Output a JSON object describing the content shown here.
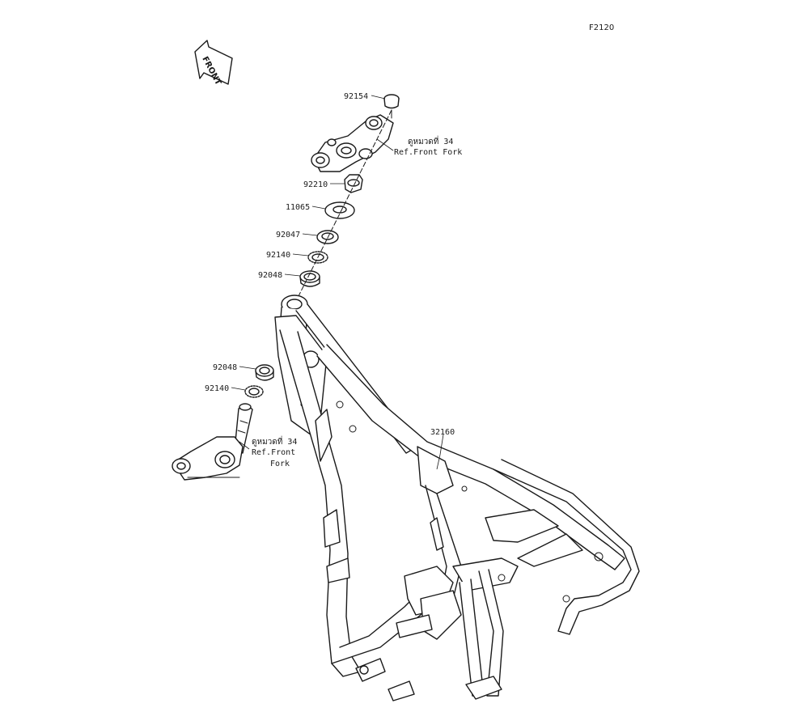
{
  "diagram_code": "F2120",
  "front_label": "FRONT",
  "parts": [
    {
      "id": "p1",
      "number": "92154"
    },
    {
      "id": "p2",
      "number": "92210"
    },
    {
      "id": "p3",
      "number": "11065"
    },
    {
      "id": "p4",
      "number": "92047"
    },
    {
      "id": "p5",
      "number": "92140"
    },
    {
      "id": "p6",
      "number": "92048"
    },
    {
      "id": "p7",
      "number": "92048"
    },
    {
      "id": "p8",
      "number": "92140"
    },
    {
      "id": "p9",
      "number": "32160"
    }
  ],
  "references": {
    "upper": {
      "line1": "ดูหมวดที่ 34",
      "line2": "Ref.Front Fork"
    },
    "lower": {
      "line1": "ดูหมวดที่ 34",
      "line2": "Ref.Front",
      "line3": "Fork"
    }
  }
}
